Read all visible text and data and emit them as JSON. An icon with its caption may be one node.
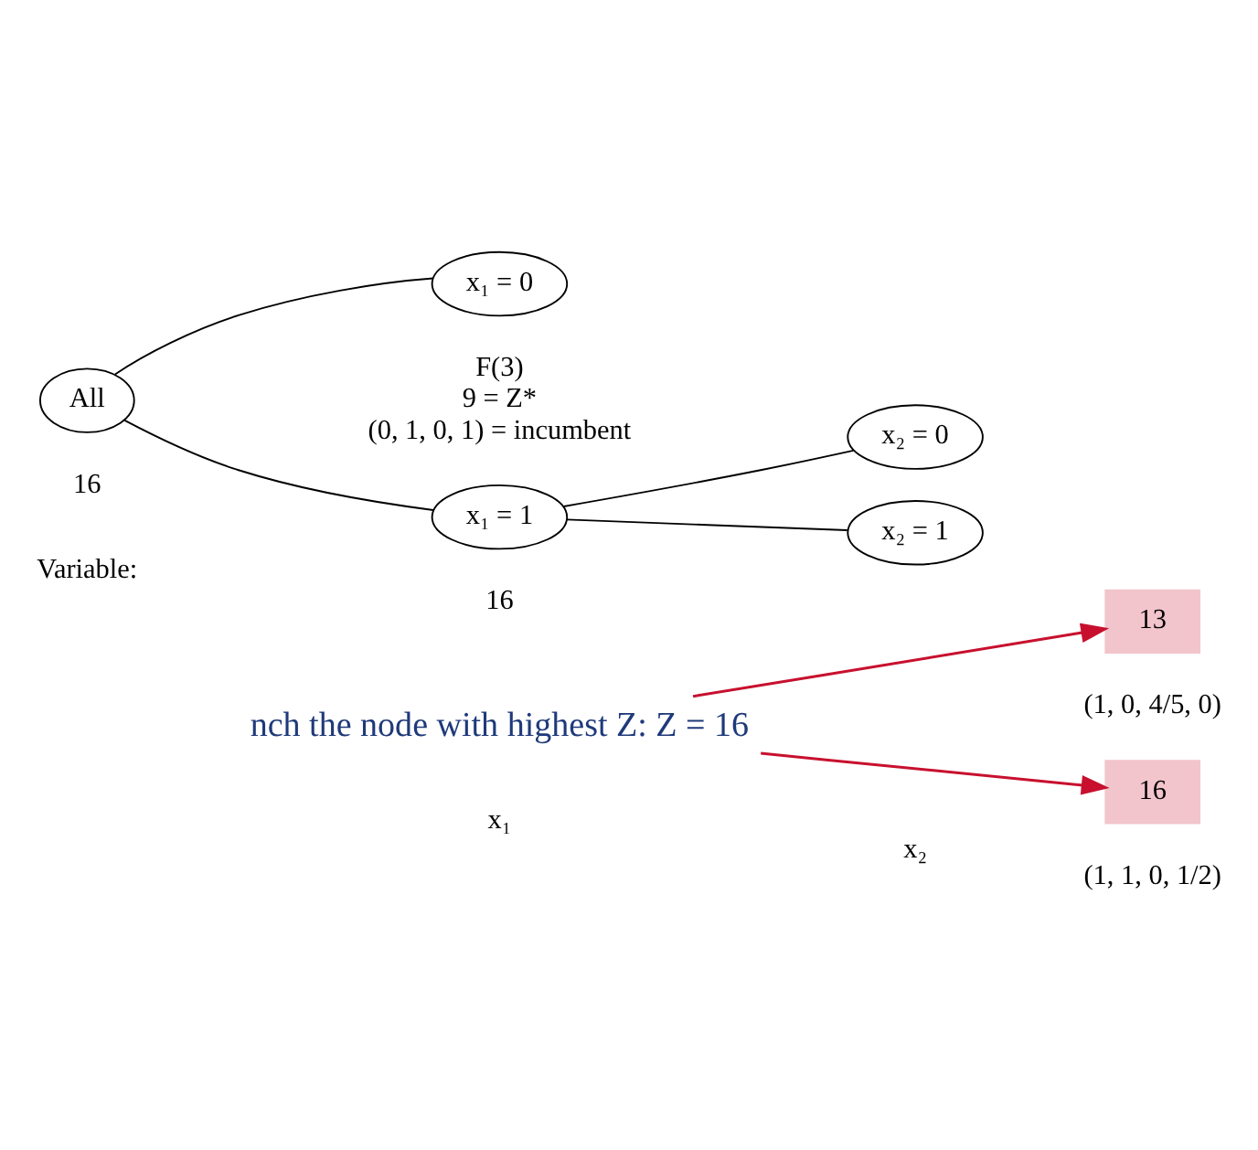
{
  "diagram": {
    "nodes": [
      {
        "text": [
          "All"
        ],
        "beside": [
          "16"
        ]
      },
      {
        "text": [
          "x₁ = 0"
        ],
        "beside": [
          "F(3)",
          "9 = Z*",
          "(0, 1, 0, 1) = incumbent"
        ]
      },
      {
        "text": [
          "x₁ = 1"
        ],
        "beside": [
          "16"
        ]
      },
      {
        "text": [
          "x₂ = 0"
        ]
      },
      {
        "text": [
          "13"
        ],
        "beside": [
          "(1, 0, 4/5, 0)"
        ]
      },
      {
        "text": [
          "x₂ = 1"
        ]
      },
      {
        "text": [
          "16"
        ],
        "beside": [
          "(1, 1, 0, 1/2)"
        ]
      },
      {
        "text": [
          "nch the node with highest Z: Z = 16"
        ]
      }
    ],
    "edges": [
      {
        "from": 0,
        "to": 1,
        "arrow": "none"
      },
      {
        "from": 0,
        "to": 2,
        "arrow": "none"
      },
      {
        "from": 2,
        "to": 3,
        "arrow": "none"
      },
      {
        "from": 2,
        "to": 5,
        "arrow": "none"
      },
      {
        "from": 7,
        "to": 4,
        "arrow": "to",
        "color": "#c8102e"
      },
      {
        "from": 7,
        "to": 6,
        "arrow": "to",
        "color": "#c8102e"
      }
    ],
    "labels": [
      "Variable:",
      "x₁",
      "x₂"
    ]
  }
}
